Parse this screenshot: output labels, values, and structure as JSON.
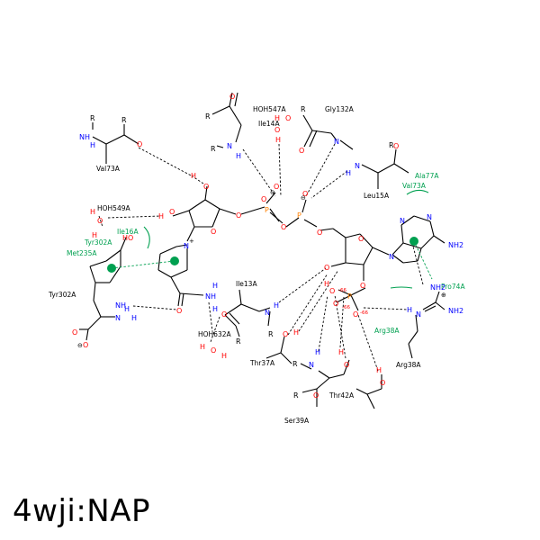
{
  "title": "4wji:NAP",
  "colors": {
    "bond": "#000000",
    "N": "#0000ff",
    "O": "#ff0000",
    "P": "#ff8000",
    "green": "#00a050",
    "hbond": "#000000",
    "ring_center": "#00a050"
  },
  "residues": {
    "val73_top": "Val73A",
    "hoh547": "HOH547A",
    "ile14": "Ile14A",
    "gly132": "Gly132A",
    "leu15": "Leu15A",
    "ala77": "Ala77A",
    "val73_green": "Val73A",
    "hoh549": "HOH549A",
    "tyr302_green": "Tyr302A",
    "met235": "Met235A",
    "ile16": "Ile16A",
    "tyr302": "Tyr302A",
    "ile13": "Ile13A",
    "hoh632": "HOH632A",
    "thr37": "Thr37A",
    "ser39": "Ser39A",
    "thr42": "Thr42A",
    "arg38_green": "Arg38A",
    "arg38": "Arg38A",
    "pro74": "Pro74A"
  },
  "atoms": {
    "R": "R",
    "N": "N",
    "O": "O",
    "H": "H",
    "P": "P",
    "NH": "NH",
    "NH2": "NH2",
    "HO": "HO",
    "OH": "OH",
    "NH_plus": "N",
    "charge_minus": "⊖",
    "charge_plus": "⊕",
    "o_minus_label": "-66",
    "o_minus_label2": "-66",
    "o_minus_label3": "-66",
    "plus": "+",
    "nh2_b": "NH2",
    "nh2_c": "NH2"
  }
}
